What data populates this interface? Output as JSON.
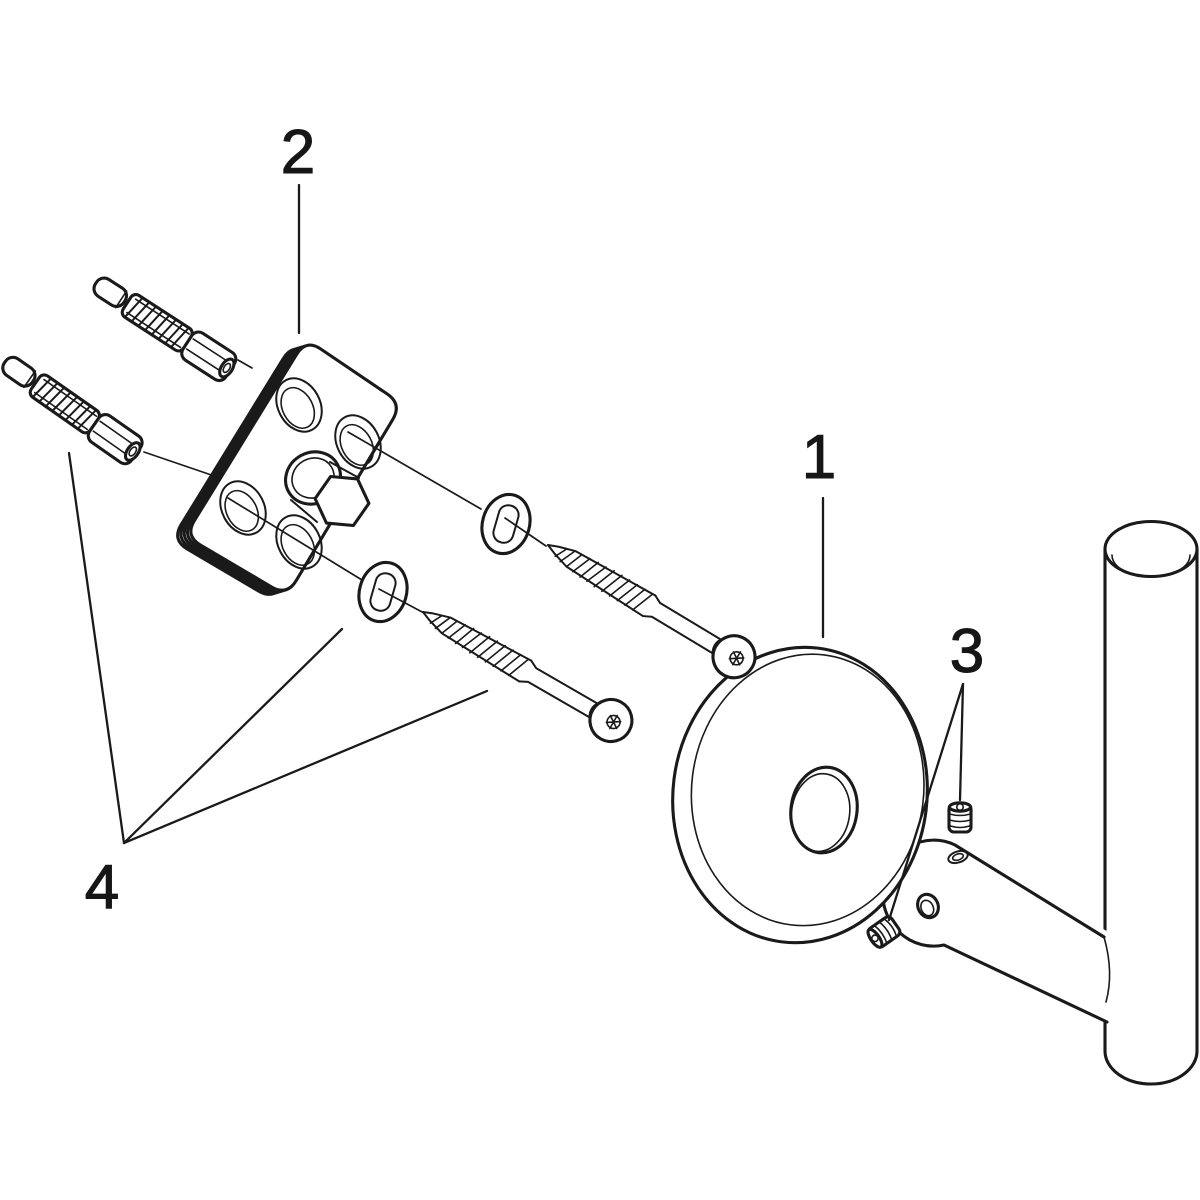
{
  "diagram": {
    "type": "exploded-assembly-drawing",
    "background_color": "#ffffff",
    "line_color": "#1a1a1a",
    "callouts": [
      {
        "label": "1",
        "part": "escutcheon-rosette"
      },
      {
        "label": "2",
        "part": "mounting-plate"
      },
      {
        "label": "3",
        "part": "set-screws"
      },
      {
        "label": "4",
        "part": "fixing-set-anchors-and-screws"
      }
    ]
  }
}
